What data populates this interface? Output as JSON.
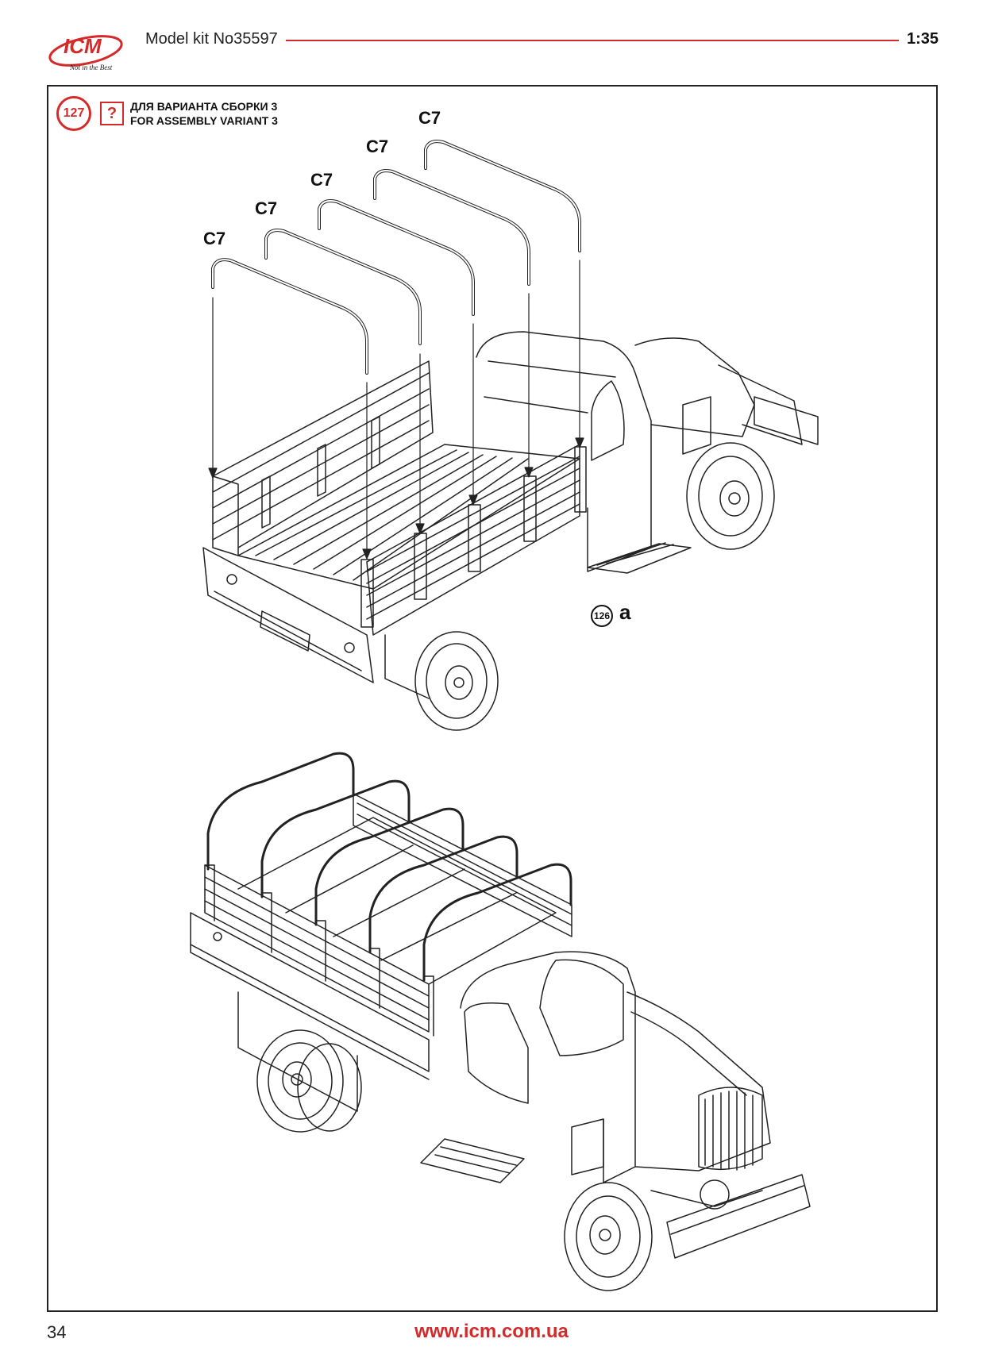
{
  "header": {
    "brand": "ICM",
    "slogan": "Not in the Best",
    "model_kit": "Model kit No35597",
    "scale": "1:35"
  },
  "step": {
    "number": "127",
    "question_mark": "?",
    "title_ru": "ДЛЯ ВАРИАНТА СБОРКИ 3",
    "title_en": "FOR ASSEMBLY VARIANT 3"
  },
  "parts": {
    "labels": [
      "C7",
      "C7",
      "C7",
      "C7",
      "C7"
    ]
  },
  "reference": {
    "step": "126",
    "letter": "a"
  },
  "footer": {
    "page_number": "34",
    "website": "www.icm.com.ua"
  },
  "colors": {
    "accent": "#d42a2a",
    "line": "#222222"
  }
}
